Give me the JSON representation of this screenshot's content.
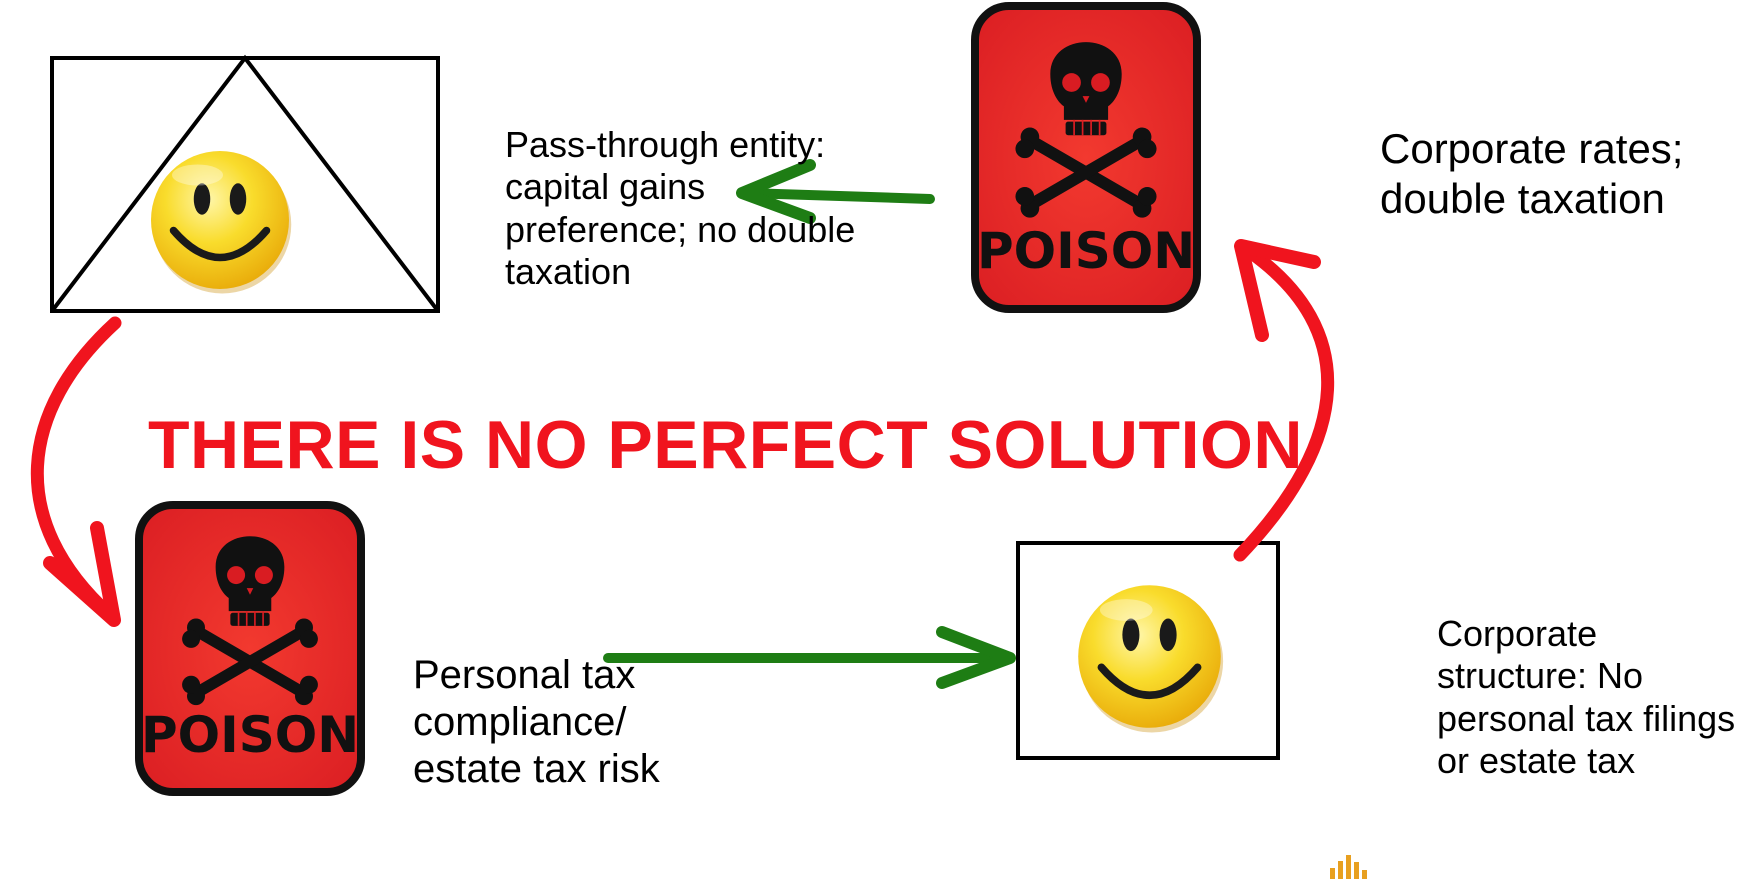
{
  "headline": "THERE IS NO PERFECT SOLUTION",
  "nodes": {
    "top_left": {
      "label": "Pass-through entity: capital gains preference; no double taxation",
      "icon": "smiley-face-icon"
    },
    "top_right": {
      "label": "Corporate rates; double taxation",
      "icon": "poison-skull-icon",
      "sign_text": "POISON"
    },
    "bottom_left": {
      "label": "Personal tax compliance/ estate tax risk",
      "icon": "poison-skull-icon",
      "sign_text": "POISON"
    },
    "bottom_right": {
      "label": "Corporate structure: No personal tax filings or estate tax",
      "icon": "smiley-face-icon"
    }
  },
  "colors": {
    "headline": "#f0141e",
    "red_arrow": "#f0141e",
    "green_arrow": "#1e7d14",
    "poison_bg": "#e8262a",
    "smiley": "#f7d51a"
  }
}
